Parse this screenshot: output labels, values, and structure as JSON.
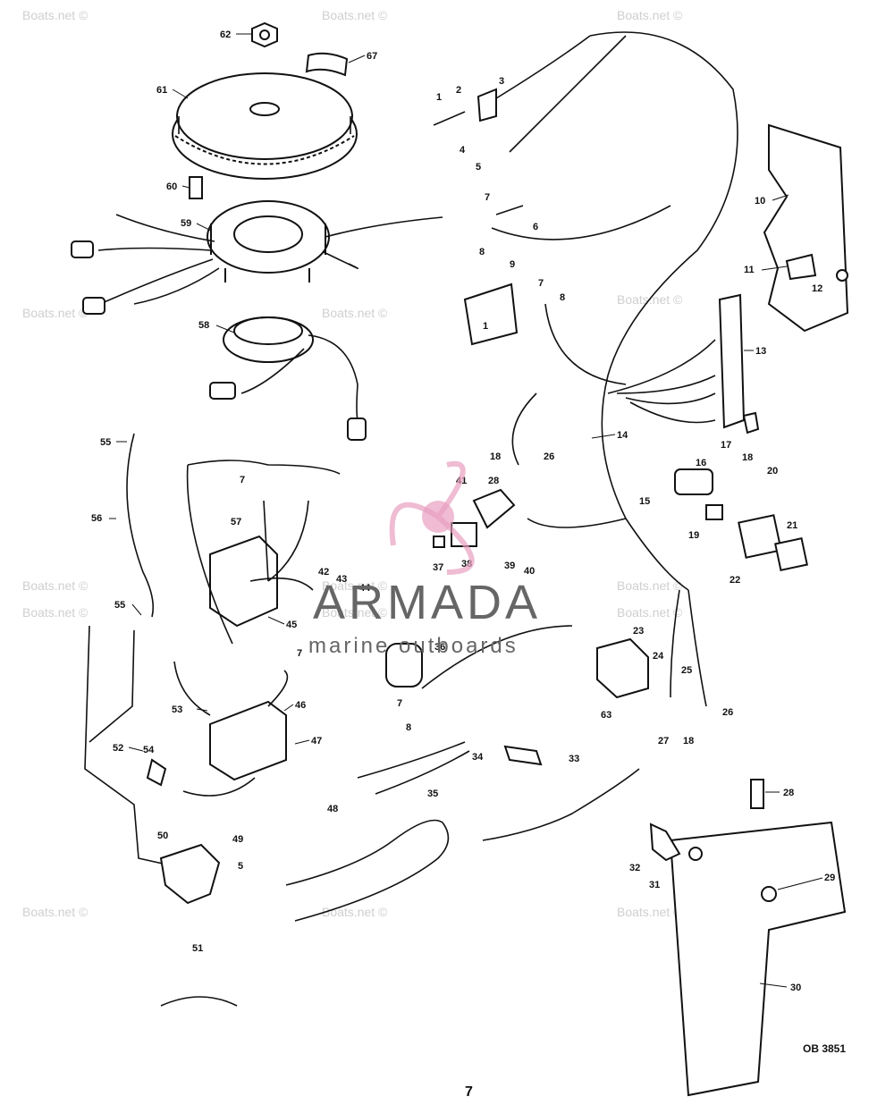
{
  "watermarks": [
    "Boats.net ©",
    "Boats.net ©",
    "Boats.net ©",
    "Boats.net ©",
    "Boats.net ©",
    "Boats.net ©",
    "Boats.net ©",
    "Boats.net ©",
    "Boats.net ©",
    "Boats.net ©",
    "Boats.net ©",
    "Boats.net ©",
    "Boats.net ©",
    "Boats.net ©",
    "Boats.net ©"
  ],
  "logo": {
    "name": "ARMADA",
    "tagline": "marine outboards",
    "color": "#e8a0c0"
  },
  "diagram_code": "OB 3851",
  "page_number": "7",
  "callouts": [
    "62",
    "67",
    "61",
    "60",
    "59",
    "58",
    "55",
    "56",
    "55",
    "52",
    "54",
    "53",
    "46",
    "47",
    "57",
    "45",
    "42",
    "43",
    "44",
    "7",
    "7",
    "48",
    "49",
    "5",
    "50",
    "51",
    "1",
    "2",
    "3",
    "4",
    "5",
    "7",
    "6",
    "8",
    "9",
    "7",
    "8",
    "1",
    "10",
    "11",
    "12",
    "13",
    "14",
    "17",
    "18",
    "20",
    "16",
    "15",
    "19",
    "21",
    "22",
    "18",
    "26",
    "41",
    "28",
    "37",
    "38",
    "39",
    "40",
    "36",
    "7",
    "8",
    "35",
    "34",
    "33",
    "23",
    "24",
    "25",
    "63",
    "27",
    "18",
    "26",
    "28",
    "29",
    "30",
    "31",
    "32"
  ]
}
